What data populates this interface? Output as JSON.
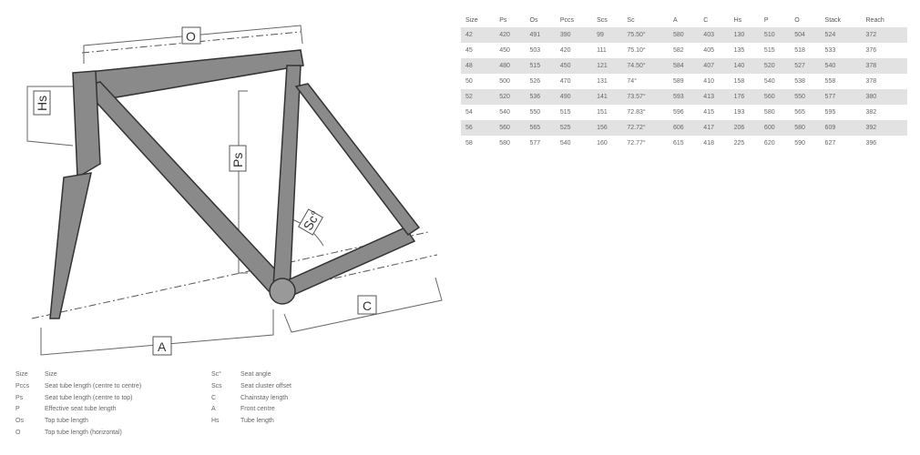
{
  "diagram": {
    "labels": {
      "O": "O",
      "Hs": "Hs",
      "Ps": "Ps",
      "Sc": "Sc°",
      "C": "C",
      "A": "A"
    }
  },
  "table": {
    "headers": [
      "Size",
      "Ps",
      "Os",
      "Pccs",
      "Scs",
      "Sc",
      "A",
      "C",
      "Hs",
      "P",
      "O",
      "Stack",
      "Reach"
    ],
    "rows": [
      [
        "42",
        "420",
        "491",
        "390",
        "99",
        "75.50°",
        "580",
        "403",
        "130",
        "510",
        "504",
        "524",
        "372"
      ],
      [
        "45",
        "450",
        "503",
        "420",
        "111",
        "75.10°",
        "582",
        "405",
        "135",
        "515",
        "518",
        "533",
        "376"
      ],
      [
        "48",
        "480",
        "515",
        "450",
        "121",
        "74.50°",
        "584",
        "407",
        "140",
        "520",
        "527",
        "540",
        "378"
      ],
      [
        "50",
        "500",
        "526",
        "470",
        "131",
        "74°",
        "589",
        "410",
        "158",
        "540",
        "538",
        "558",
        "378"
      ],
      [
        "52",
        "520",
        "536",
        "490",
        "141",
        "73.57°",
        "593",
        "413",
        "176",
        "560",
        "550",
        "577",
        "380"
      ],
      [
        "54",
        "540",
        "550",
        "515",
        "151",
        "72.83°",
        "596",
        "415",
        "193",
        "580",
        "565",
        "595",
        "382"
      ],
      [
        "56",
        "560",
        "565",
        "525",
        "156",
        "72.72°",
        "606",
        "417",
        "206",
        "600",
        "580",
        "609",
        "392"
      ],
      [
        "58",
        "580",
        "577",
        "540",
        "160",
        "72.77°",
        "615",
        "418",
        "225",
        "620",
        "590",
        "627",
        "396"
      ]
    ]
  },
  "legend": {
    "left": [
      {
        "abbr": "Size",
        "desc": "Size"
      },
      {
        "abbr": "Pccs",
        "desc": "Seat tube length (centre to centre)"
      },
      {
        "abbr": "Ps",
        "desc": "Seat tube length (centre to top)"
      },
      {
        "abbr": "P",
        "desc": "Effective seat tube length"
      },
      {
        "abbr": "Os",
        "desc": "Top tube length"
      },
      {
        "abbr": "O",
        "desc": "Top tube length (horizontal)"
      }
    ],
    "right": [
      {
        "abbr": "Sc°",
        "desc": "Seat angle"
      },
      {
        "abbr": "Scs",
        "desc": "Seat cluster offset"
      },
      {
        "abbr": "C",
        "desc": "Chainstay length"
      },
      {
        "abbr": "A",
        "desc": "Front centre"
      },
      {
        "abbr": "Hs",
        "desc": "Tube length"
      }
    ]
  }
}
